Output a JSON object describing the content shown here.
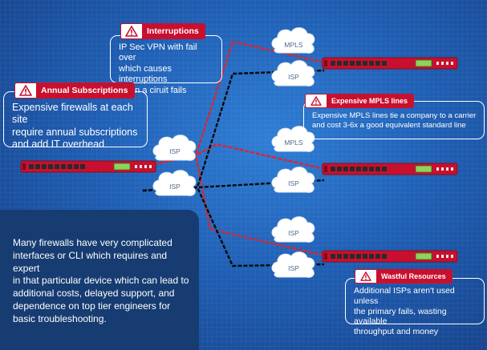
{
  "callouts": {
    "interruptions": {
      "label": "Interruptions",
      "text_lines": [
        "IP Sec VPN with fail over",
        "which causes interruptions",
        "when a ciruit fails"
      ]
    },
    "annual_subscriptions": {
      "label": "Annual Subscriptions",
      "text_lines": [
        "Expensive firewalls at each site",
        "require annual subscriptions",
        "and add IT overhead"
      ]
    },
    "expensive_mpls": {
      "label": "Expensive MPLS lines",
      "text_lines": [
        "Expensive MPLS lines tie a company to a carrier",
        "and cost 3-6x a good equivalent standard line"
      ]
    },
    "wastful_resources": {
      "label": "Wastful Resources",
      "text_lines": [
        "Additional ISPs aren't used unless",
        "the primary fails, wasting available",
        "throughput and money"
      ]
    }
  },
  "info_panel": {
    "text_lines": [
      "Many firewalls have very complicated",
      "interfaces or CLI which requires and expert",
      "in that particular device which can lead to",
      "additional costs, delayed support, and",
      "dependence on top tier engineers for",
      "basic troubleshooting."
    ]
  },
  "clouds": {
    "hq_top": "ISP",
    "hq_bottom": "ISP",
    "site1_mpls": "MPLS",
    "site1_isp": "ISP",
    "site2_mpls": "MPLS",
    "site2_isp": "ISP",
    "site3_a": "ISP",
    "site3_b": "ISP"
  },
  "colors": {
    "background": "#1f5fb4",
    "panel": "#163c72",
    "firewall_red": "#c8102e",
    "primary_link": "#e0232e",
    "backup_link": "#0a0a0a",
    "callout_border": "#ffffff"
  },
  "icons": [
    "warning-icon",
    "cloud-icon",
    "firewall-appliance-icon"
  ]
}
